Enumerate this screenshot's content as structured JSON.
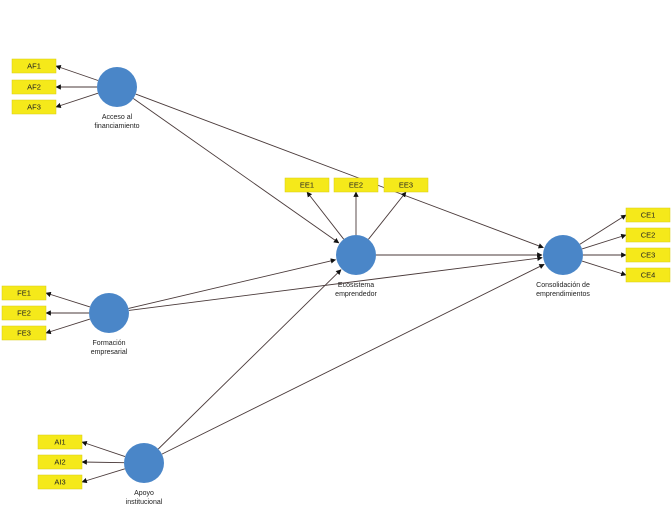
{
  "latent_variables": [
    {
      "id": "AF",
      "label_lines": [
        "Acceso al",
        "financiamiento"
      ]
    },
    {
      "id": "FE",
      "label_lines": [
        "Formación",
        "empresarial"
      ]
    },
    {
      "id": "AI",
      "label_lines": [
        "Apoyo",
        "institucional"
      ]
    },
    {
      "id": "EE",
      "label_lines": [
        "Ecosistema",
        "emprendedor"
      ]
    },
    {
      "id": "CE",
      "label_lines": [
        "Consolidación de",
        "emprendimientos"
      ]
    }
  ],
  "indicators": {
    "AF": [
      "AF1",
      "AF2",
      "AF3"
    ],
    "FE": [
      "FE1",
      "FE2",
      "FE3"
    ],
    "AI": [
      "AI1",
      "AI2",
      "AI3"
    ],
    "EE": [
      "EE1",
      "EE2",
      "EE3"
    ],
    "CE": [
      "CE1",
      "CE2",
      "CE3",
      "CE4"
    ]
  },
  "paths": [
    {
      "from": "AF",
      "to": "EE"
    },
    {
      "from": "AF",
      "to": "CE"
    },
    {
      "from": "FE",
      "to": "EE"
    },
    {
      "from": "FE",
      "to": "CE"
    },
    {
      "from": "AI",
      "to": "EE"
    },
    {
      "from": "AI",
      "to": "CE"
    },
    {
      "from": "EE",
      "to": "CE"
    }
  ],
  "colors": {
    "latent": "#4a86c8",
    "indicator": "#f5e91a",
    "line": "#4a3a3a"
  }
}
